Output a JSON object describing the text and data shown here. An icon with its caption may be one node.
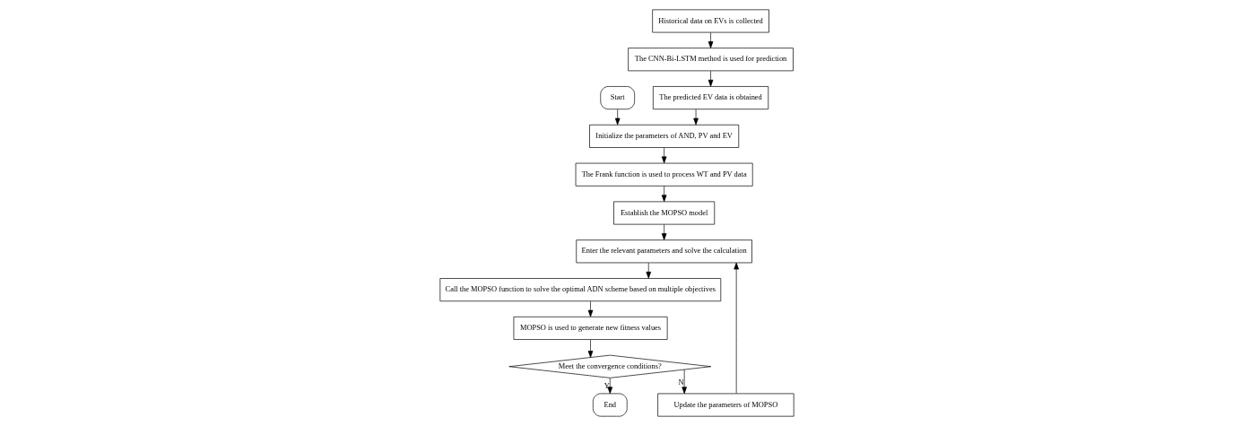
{
  "diagram": {
    "nodes": [
      {
        "text": [
          "Start"
        ]
      },
      {
        "text": [
          "End"
        ]
      },
      {
        "text": [
          "Historical data on EVs is collected"
        ]
      },
      {
        "text": [
          "The CNN-Bi-LSTM method is used for prediction"
        ]
      },
      {
        "text": [
          "The predicted EV data is obtained"
        ]
      },
      {
        "text": [
          "Initialize the parameters of AND, PV and EV"
        ]
      },
      {
        "text": [
          "The Frank function is used to process WT and PV data"
        ]
      },
      {
        "text": [
          "Establish the MOPSO model"
        ]
      },
      {
        "text": [
          "Enter the relevant parameters and solve the calculation"
        ]
      },
      {
        "text": [
          "Meet the convergence conditions?"
        ]
      },
      {
        "text": [
          "Update the parameters of MOPSO"
        ]
      },
      {
        "text": [
          "MOPSO is used to generate new fitness values"
        ]
      },
      {
        "text": [
          "Call the MOPSO function to solve the optimal ADN scheme based on multiple objectives"
        ]
      }
    ],
    "edges": [
      {
        "from": 0,
        "to": 5,
        "arrow": "to"
      },
      {
        "from": 2,
        "to": 3,
        "arrow": "to"
      },
      {
        "from": 3,
        "to": 4,
        "arrow": "to"
      },
      {
        "from": 4,
        "to": 5,
        "arrow": "to"
      },
      {
        "from": 5,
        "to": 6,
        "arrow": "to"
      },
      {
        "from": 6,
        "to": 7,
        "arrow": "to"
      },
      {
        "from": 7,
        "to": 8,
        "arrow": "to"
      },
      {
        "from": 8,
        "to": 12,
        "arrow": "to"
      },
      {
        "from": 12,
        "to": 11,
        "arrow": "to"
      },
      {
        "from": 11,
        "to": 9,
        "arrow": "to"
      },
      {
        "from": 9,
        "to": 1,
        "arrow": "to",
        "label": "Y"
      },
      {
        "from": 9,
        "to": 10,
        "arrow": "to",
        "label": "N"
      },
      {
        "from": 10,
        "to": 8,
        "arrow": "to"
      }
    ]
  }
}
